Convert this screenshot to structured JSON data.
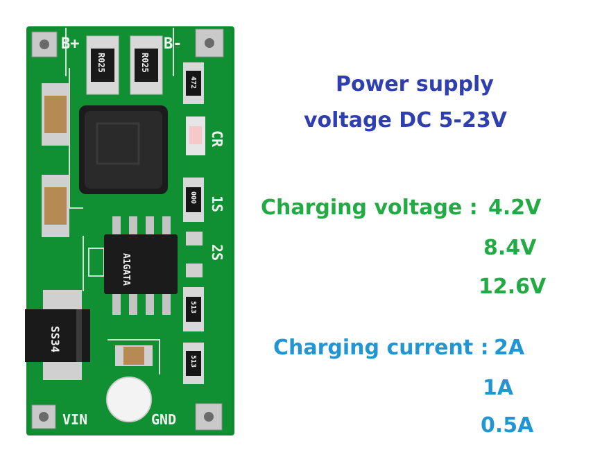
{
  "board": {
    "labels": {
      "b_plus": "B+",
      "b_minus": "B-",
      "cr": "CR",
      "s1": "1S",
      "s2": "2S",
      "vin": "VIN",
      "gnd": "GND"
    },
    "parts": {
      "r1": "R025",
      "r2": "R025",
      "res_top": "472",
      "res_mid": "000",
      "res_low1": "513",
      "res_low2": "513",
      "ic": "A1GATA",
      "diode": "SS34"
    },
    "colors": {
      "pcb": "#0f8a2f",
      "silkscreen": "#f1f1f1",
      "pad": "#c9c9c9"
    }
  },
  "specs": {
    "supply_line1": "Power supply",
    "supply_line2": "voltage DC 5-23V",
    "voltage_label": "Charging voltage :",
    "voltages": [
      "4.2V",
      "8.4V",
      "12.6V"
    ],
    "current_label": "Charging current :",
    "currents": [
      "2A",
      "1A",
      "0.5A"
    ],
    "colors": {
      "supply": "#2f3fb0",
      "voltage": "#22aa44",
      "current": "#2196d3"
    }
  }
}
